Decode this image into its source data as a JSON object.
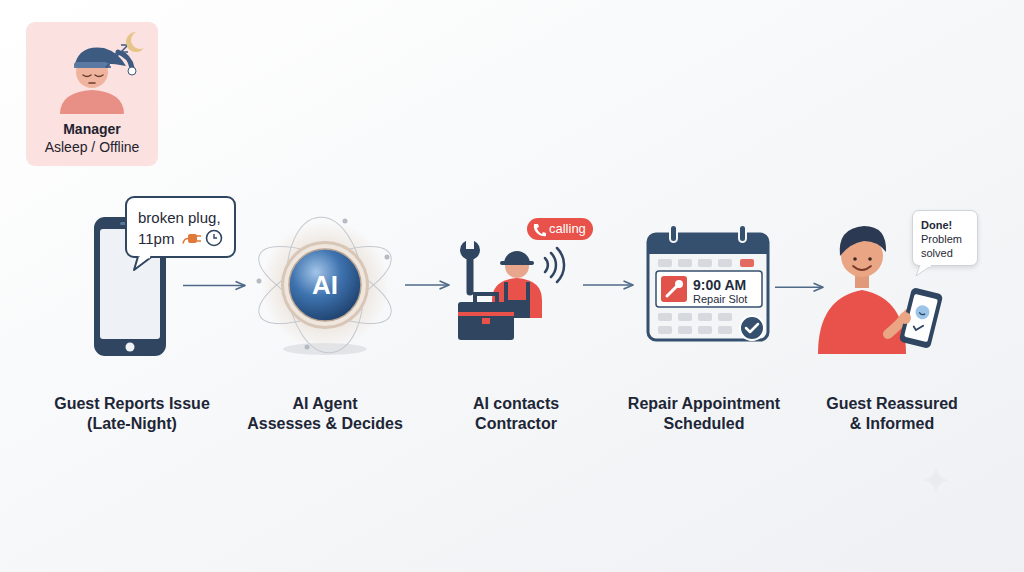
{
  "diagram": {
    "nodes": [
      {
        "text": [
          "Manager",
          "Asleep / Offline"
        ]
      },
      {
        "text": [
          "Guest Reports Issue (Late-Night)"
        ]
      },
      {
        "text": [
          "broken plug, 11pm"
        ]
      },
      {
        "text": [
          "AI",
          "AI Agent Assesses & Decides"
        ]
      },
      {
        "text": [
          "AI contacts Contractor"
        ]
      },
      {
        "text": [
          "calling"
        ]
      },
      {
        "text": [
          "9:00 AM",
          "Repair Slot",
          "Repair Appointment Scheduled"
        ]
      },
      {
        "text": [
          "Guest Reassured & Informed"
        ]
      },
      {
        "text": [
          "Done!",
          "Problem solved"
        ]
      }
    ],
    "edges": [
      {
        "from": 1,
        "to": 3,
        "arrow": "to"
      },
      {
        "from": 3,
        "to": 4,
        "arrow": "to"
      },
      {
        "from": 4,
        "to": 6,
        "arrow": "to"
      },
      {
        "from": 6,
        "to": 7,
        "arrow": "to"
      }
    ]
  }
}
